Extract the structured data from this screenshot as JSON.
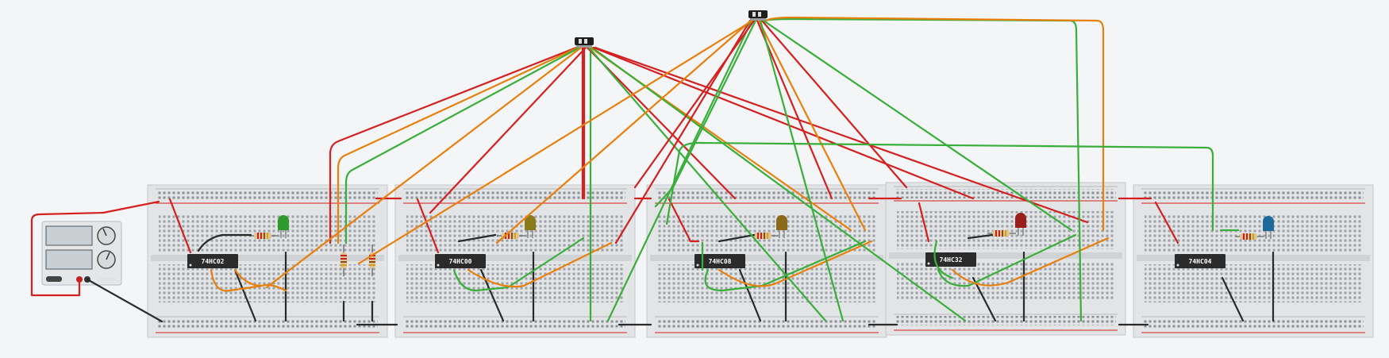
{
  "canvas": {
    "background": "#f3f5f7",
    "wire_colors": {
      "red": "#d42020",
      "orange": "#e8800e",
      "green": "#3aae3a",
      "black": "#2a2a2a"
    }
  },
  "power_supply": {
    "name": "power-supply",
    "display_color": "#c8cfd4"
  },
  "breadboards": [
    {
      "id": "bb1",
      "chip": "74HC02",
      "led_color": "#2e9a2e"
    },
    {
      "id": "bb2",
      "chip": "74HC00",
      "led_color": "#8a7a1a"
    },
    {
      "id": "bb3",
      "chip": "74HC08",
      "led_color": "#8a6a1a"
    },
    {
      "id": "bb4",
      "chip": "74HC32",
      "led_color": "#9a1e1e"
    },
    {
      "id": "bb5",
      "chip": "74HC04",
      "led_color": "#1e6a9a"
    }
  ],
  "switches": [
    {
      "id": "switch-a",
      "label": "◫◫"
    },
    {
      "id": "switch-b",
      "label": "◫◫"
    }
  ]
}
